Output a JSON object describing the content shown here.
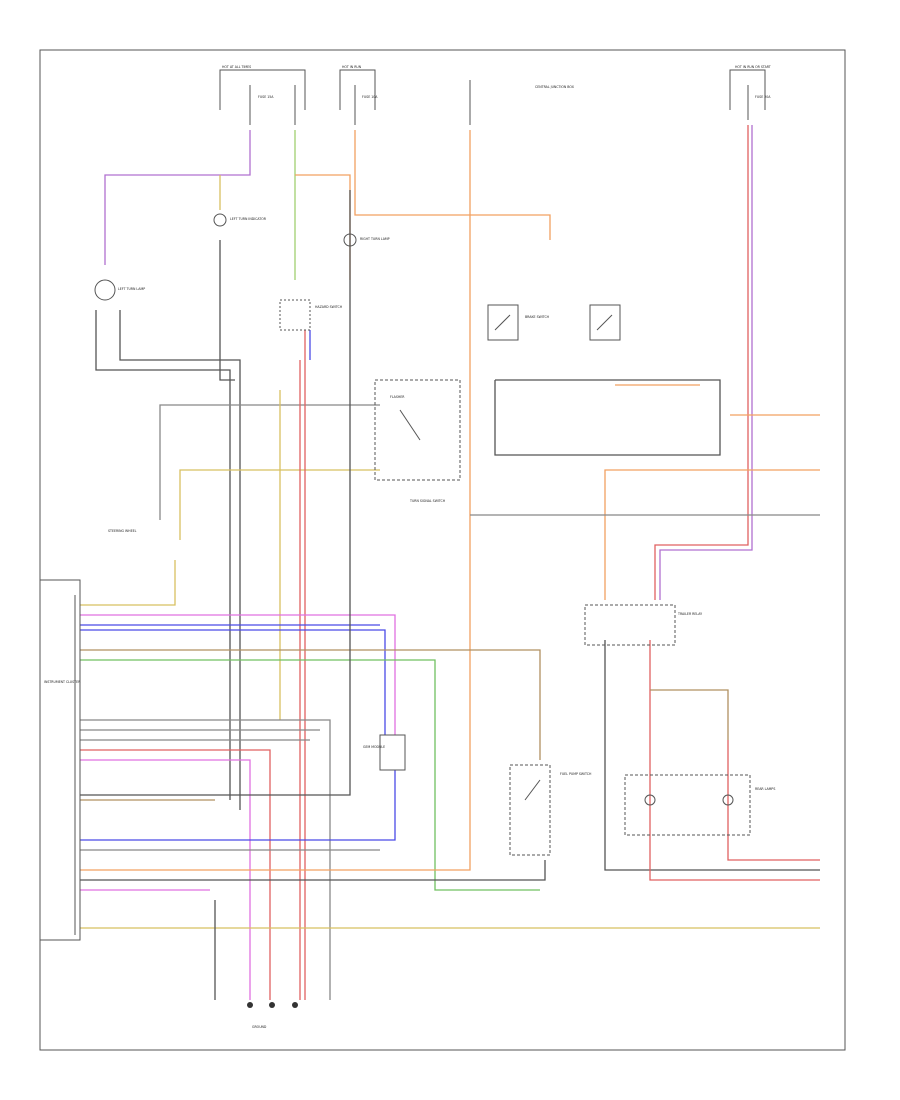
{
  "colors": {
    "wire_black": "#555555",
    "wire_orange": "#f2a060",
    "wire_violet": "#b070d0",
    "wire_yellow": "#d8c060",
    "wire_blue": "#4a4ae6",
    "wire_green": "#70c060",
    "wire_red": "#e06060",
    "wire_pink": "#e070e0",
    "wire_lightgreen": "#a0d070",
    "wire_gray": "#888888",
    "wire_olive": "#b09060"
  },
  "labels": {
    "hot_at_all_times": "HOT AT ALL TIMES",
    "hot_in_run": "HOT IN RUN",
    "hot_run_start": "HOT IN RUN OR START",
    "fuse_a": "FUSE 15A",
    "fuse_b": "FUSE 10A",
    "fuse_c": "FUSE 20A",
    "central_junction": "CENTRAL JUNCTION BOX",
    "left_turn_lamp": "LEFT TURN LAMP",
    "right_turn_lamp": "RIGHT TURN LAMP",
    "left_turn_indicator": "LEFT TURN INDICATOR",
    "hazard_switch": "HAZARD SWITCH",
    "flasher": "FLASHER",
    "turn_signal_switch": "TURN SIGNAL SWITCH",
    "steering_wheel": "STEERING WHEEL",
    "brake_switch": "BRAKE SWITCH",
    "trailer_relay": "TRAILER RELAY",
    "instrument_cluster": "INSTRUMENT CLUSTER",
    "ground": "GROUND",
    "module": "GEM MODULE",
    "fuel_switch": "FUEL PUMP SWITCH",
    "rear_lamps": "REAR LAMPS"
  }
}
